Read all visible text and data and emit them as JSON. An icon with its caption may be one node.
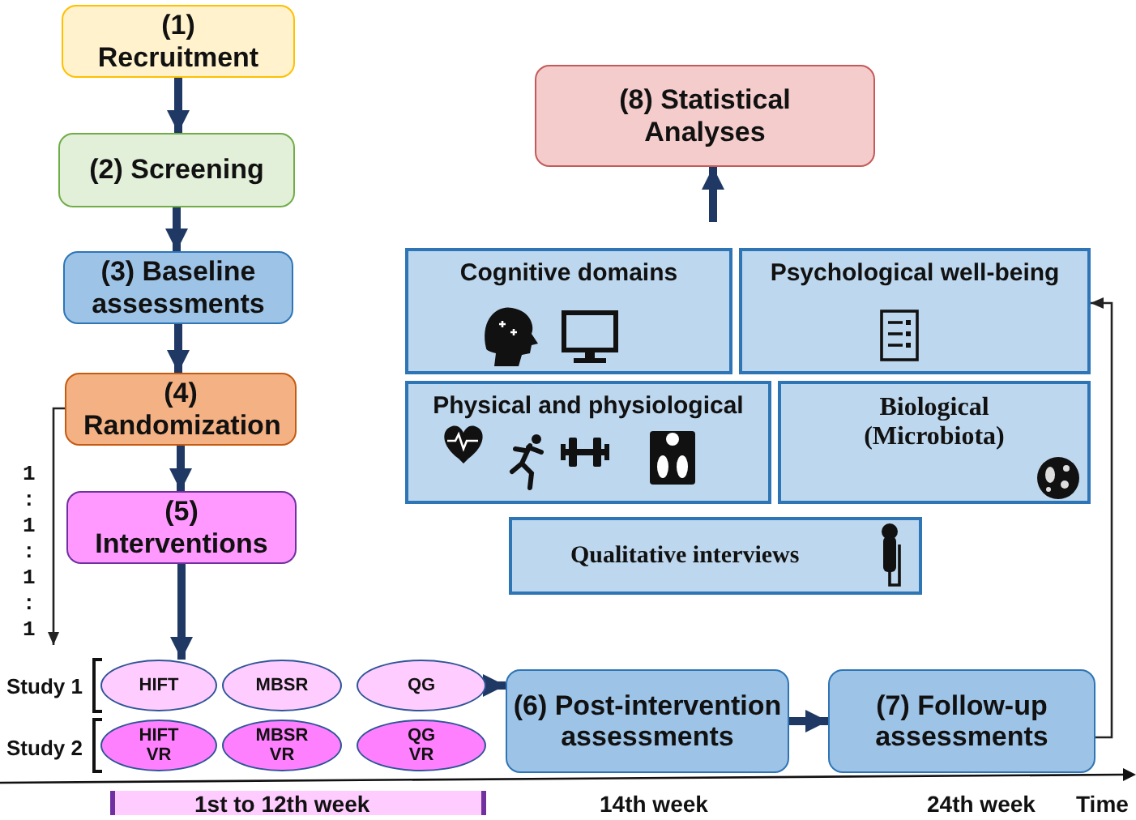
{
  "diagram": {
    "nodes": [
      {
        "text": [
          "(1) Recruitment"
        ]
      },
      {
        "text": [
          "(2) Screening"
        ]
      },
      {
        "text": [
          "(3) Baseline assessments"
        ]
      },
      {
        "text": [
          "(4) Randomization"
        ]
      },
      {
        "text": [
          "(5) Interventions"
        ]
      },
      {
        "text": [
          "HIFT"
        ]
      },
      {
        "text": [
          "MBSR"
        ]
      },
      {
        "text": [
          "QG"
        ]
      },
      {
        "text": [
          "HIFT VR"
        ]
      },
      {
        "text": [
          "MBSR VR"
        ]
      },
      {
        "text": [
          "QG VR"
        ]
      },
      {
        "text": [
          "(6) Post-intervention assessments"
        ]
      },
      {
        "text": [
          "(7) Follow-up assessments"
        ]
      },
      {
        "text": [
          "Cognitive domains"
        ]
      },
      {
        "text": [
          "Psychological well-being"
        ]
      },
      {
        "text": [
          "Physical and physiological"
        ]
      },
      {
        "text": [
          "Biological (Microbiota)"
        ]
      },
      {
        "text": [
          "Qualitative interviews"
        ]
      },
      {
        "text": [
          "(8) Statistical Analyses"
        ]
      }
    ],
    "edges": [
      {
        "from": 0,
        "to": 1,
        "arrow": "to"
      },
      {
        "from": 1,
        "to": 2,
        "arrow": "to"
      },
      {
        "from": 2,
        "to": 3,
        "arrow": "to"
      },
      {
        "from": 3,
        "to": 4,
        "arrow": "to"
      },
      {
        "from": 3,
        "to": null,
        "arrow": "to",
        "label": "1 : 1 : 1 : 1",
        "color": "#222222"
      },
      {
        "from": 4,
        "to": 5,
        "arrow": "to"
      },
      {
        "from": 7,
        "to": 11,
        "arrow": "to"
      },
      {
        "from": 11,
        "to": 12,
        "arrow": "to"
      },
      {
        "from": 12,
        "to": 14,
        "arrow": "to",
        "color": "#222222"
      },
      {
        "from": null,
        "to": 18,
        "arrow": "to"
      }
    ],
    "labels": [
      "Study 1",
      "Study 2",
      "1st to 12th week",
      "14th week",
      "24th week",
      "Time"
    ]
  }
}
